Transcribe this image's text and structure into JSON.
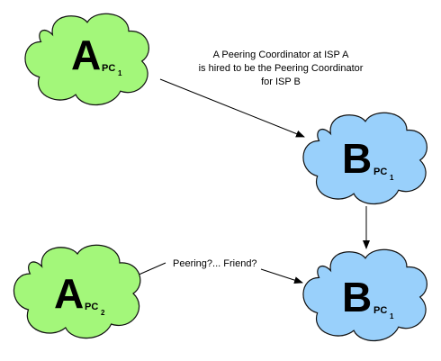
{
  "nodes": {
    "a_top": {
      "letter": "A",
      "sub": "PC",
      "subsub": "1",
      "color": "#a3f77a"
    },
    "b_mid": {
      "letter": "B",
      "sub": "PC",
      "subsub": "1",
      "color": "#99d0fb"
    },
    "a_bottom": {
      "letter": "A",
      "sub": "PC",
      "subsub": "2",
      "color": "#a3f77a"
    },
    "b_bottom": {
      "letter": "B",
      "sub": "PC",
      "subsub": "1",
      "color": "#99d0fb"
    }
  },
  "annotations": {
    "coordinator_note": [
      "A Peering Coordinator at ISP A",
      "is hired to be the Peering Coordinator",
      "for ISP B"
    ],
    "peering_question": "Peering?... Friend?"
  }
}
